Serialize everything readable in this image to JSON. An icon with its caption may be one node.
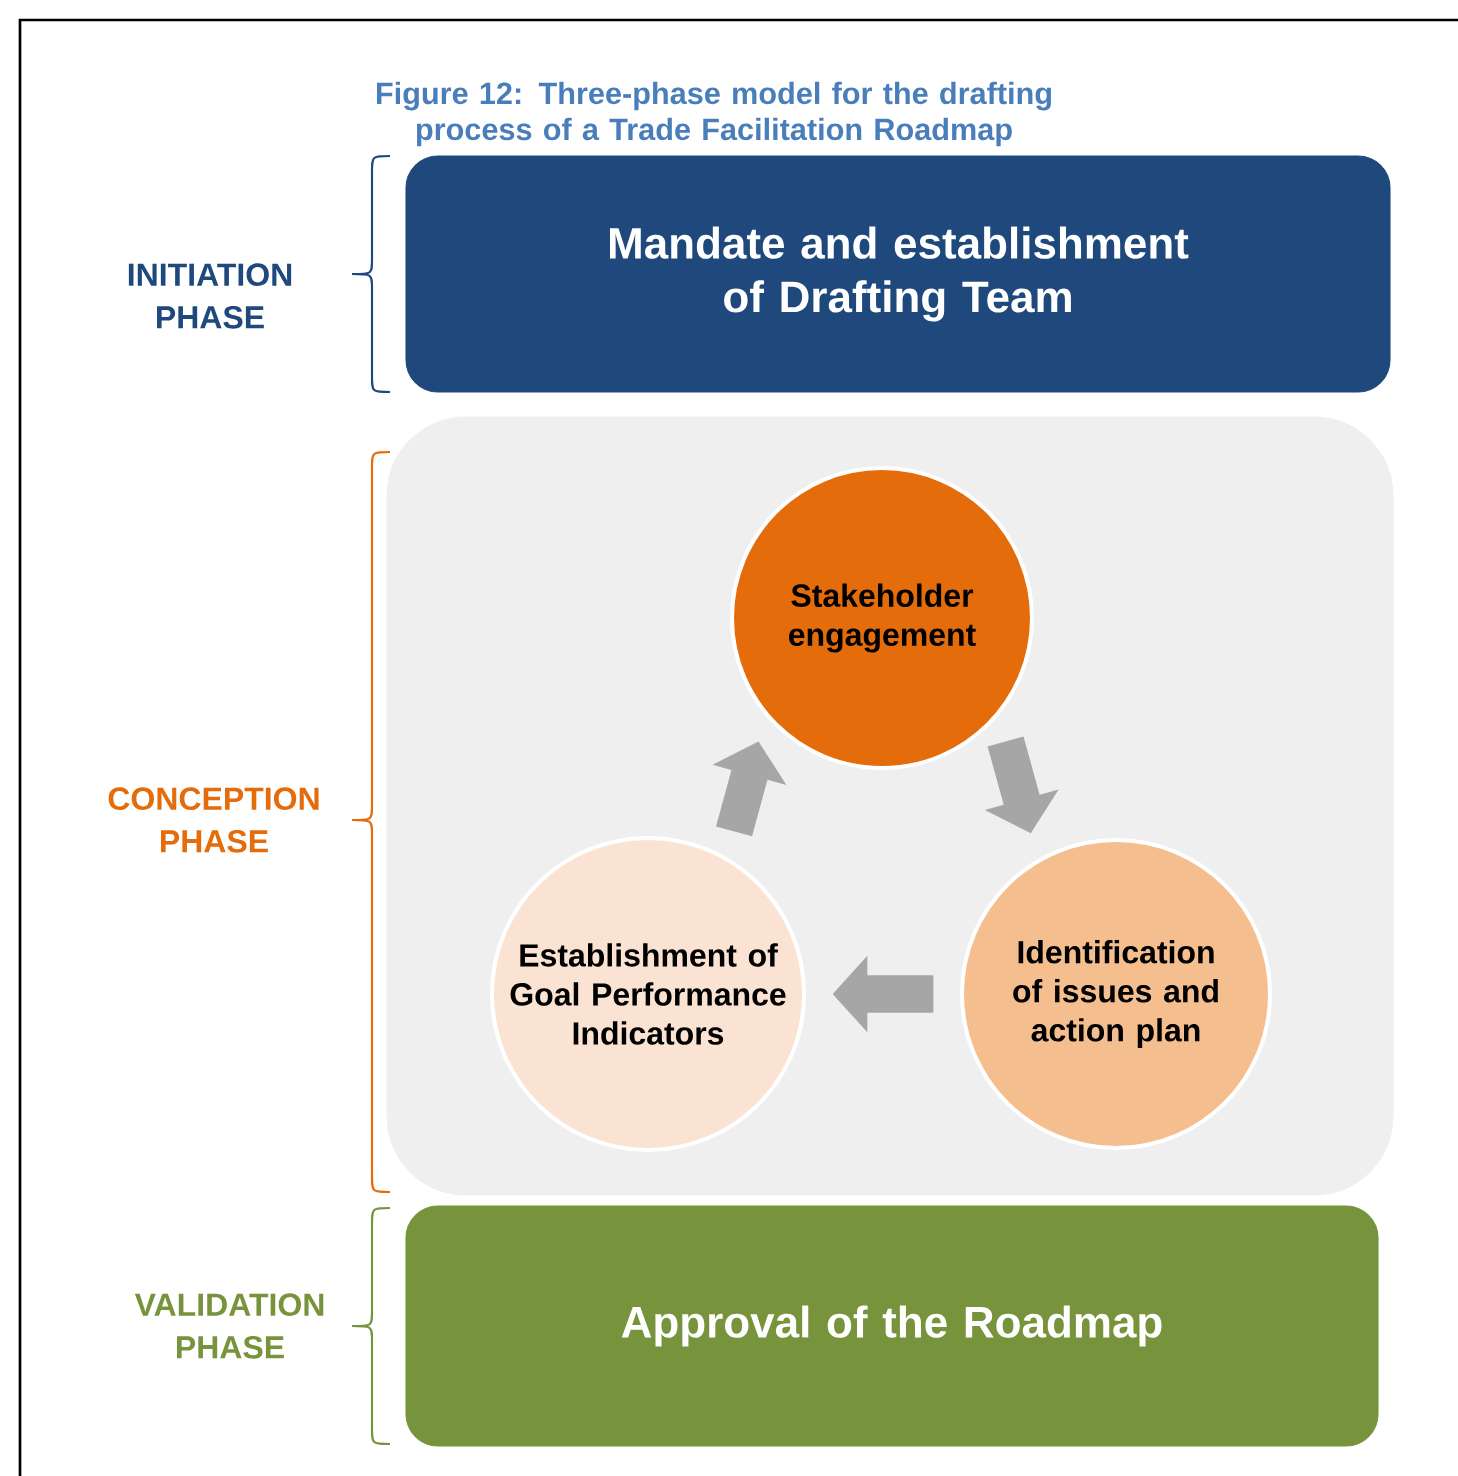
{
  "diagram": {
    "title": "Figure 12: Three-phase model for the drafting process of a Trade Facilitation Roadmap",
    "nodes": [
      {
        "text": [
          "Mandate and establishment of Drafting Team"
        ]
      },
      {
        "text": [],
        "shape": "box"
      },
      {
        "text": [
          "Stakeholder engagement"
        ],
        "in": 1
      },
      {
        "text": [
          "Identification of issues and action plan"
        ],
        "in": 1
      },
      {
        "text": [
          "Establishment of Goal Performance Indicators"
        ],
        "in": 1
      },
      {
        "text": [
          "Approval of the Roadmap"
        ]
      }
    ],
    "edges": [
      {
        "from": 2,
        "to": 3,
        "arrow": "to"
      },
      {
        "from": 3,
        "to": 4,
        "arrow": "to"
      },
      {
        "from": 4,
        "to": 2,
        "arrow": "to"
      }
    ],
    "labels": [
      "INITIATION PHASE",
      "CONCEPTION PHASE",
      "VALIDATION PHASE"
    ]
  }
}
